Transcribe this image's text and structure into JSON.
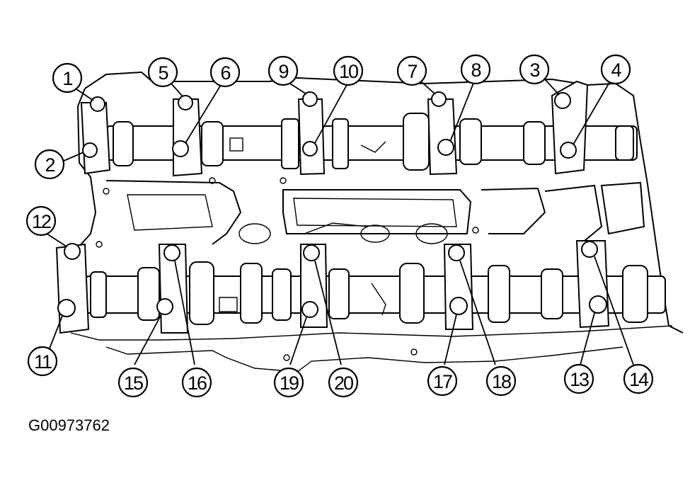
{
  "figure_id": "G00973762",
  "callouts": [
    {
      "label": "1"
    },
    {
      "label": "2"
    },
    {
      "label": "3"
    },
    {
      "label": "4"
    },
    {
      "label": "5"
    },
    {
      "label": "6"
    },
    {
      "label": "7"
    },
    {
      "label": "8"
    },
    {
      "label": "9"
    },
    {
      "label": "10"
    },
    {
      "label": "11"
    },
    {
      "label": "12"
    },
    {
      "label": "13"
    },
    {
      "label": "14"
    },
    {
      "label": "15"
    },
    {
      "label": "16"
    },
    {
      "label": "17"
    },
    {
      "label": "18"
    },
    {
      "label": "19"
    },
    {
      "label": "20"
    }
  ]
}
